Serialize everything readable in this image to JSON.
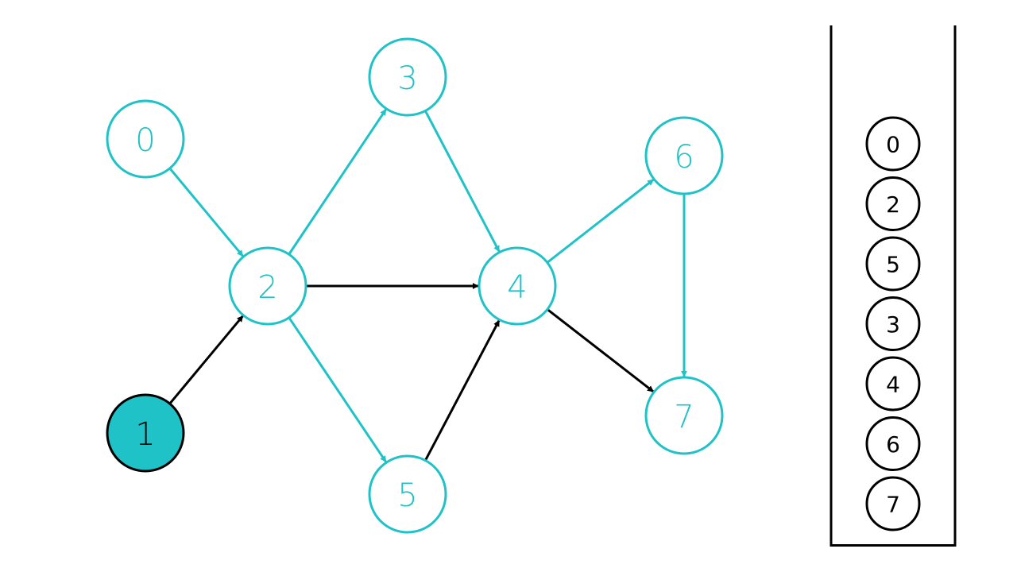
{
  "colors": {
    "accent": "#1fc2c6",
    "edge_default": "#000000",
    "node_stroke_dark": "#000000",
    "background": "#ffffff"
  },
  "graph": {
    "nodes": [
      {
        "id": "0",
        "label": "0",
        "state": "visited"
      },
      {
        "id": "1",
        "label": "1",
        "state": "current"
      },
      {
        "id": "2",
        "label": "2",
        "state": "visited"
      },
      {
        "id": "3",
        "label": "3",
        "state": "visited"
      },
      {
        "id": "4",
        "label": "4",
        "state": "visited"
      },
      {
        "id": "5",
        "label": "5",
        "state": "visited"
      },
      {
        "id": "6",
        "label": "6",
        "state": "visited"
      },
      {
        "id": "7",
        "label": "7",
        "state": "visited"
      }
    ],
    "edges": [
      {
        "from": "0",
        "to": "2",
        "highlighted": true
      },
      {
        "from": "1",
        "to": "2",
        "highlighted": false
      },
      {
        "from": "2",
        "to": "3",
        "highlighted": true
      },
      {
        "from": "2",
        "to": "4",
        "highlighted": false
      },
      {
        "from": "2",
        "to": "5",
        "highlighted": true
      },
      {
        "from": "3",
        "to": "4",
        "highlighted": true
      },
      {
        "from": "5",
        "to": "4",
        "highlighted": false
      },
      {
        "from": "4",
        "to": "6",
        "highlighted": true
      },
      {
        "from": "4",
        "to": "7",
        "highlighted": false
      },
      {
        "from": "6",
        "to": "7",
        "highlighted": true
      }
    ]
  },
  "stack": {
    "items": [
      "0",
      "2",
      "5",
      "3",
      "4",
      "6",
      "7"
    ]
  }
}
